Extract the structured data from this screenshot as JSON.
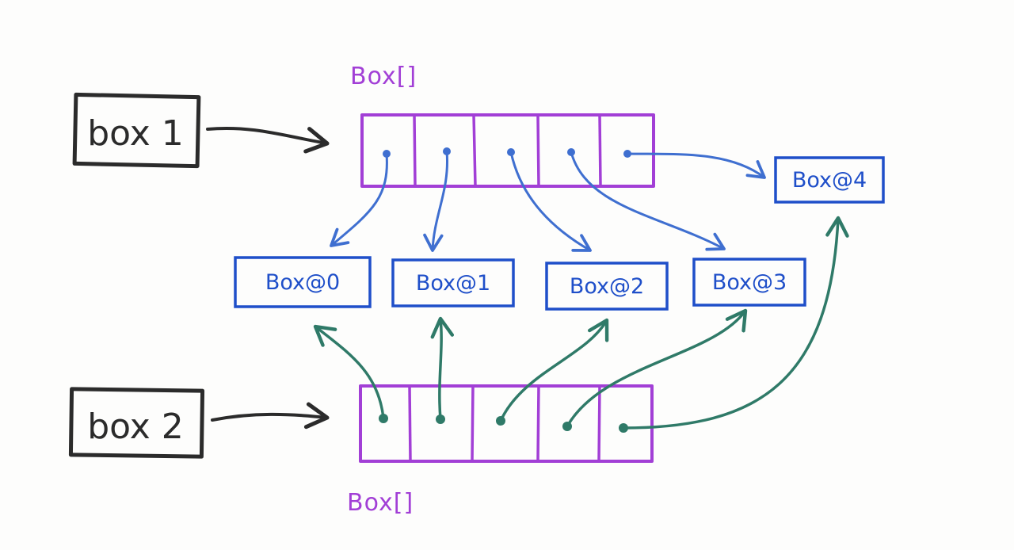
{
  "colors": {
    "variable": "#2b2b2b",
    "array": "#a23fd6",
    "object": "#1f4fc9",
    "box1_refs": "#3f6fd0",
    "box2_refs": "#2f7a68"
  },
  "variables": {
    "box1": {
      "label": "box 1"
    },
    "box2": {
      "label": "box 2"
    }
  },
  "arrays": {
    "top": {
      "type_label": "Box[]",
      "slots": 5
    },
    "bottom": {
      "type_label": "Box[]",
      "slots": 5
    }
  },
  "objects": [
    {
      "label": "Box@0"
    },
    {
      "label": "Box@1"
    },
    {
      "label": "Box@2"
    },
    {
      "label": "Box@3"
    },
    {
      "label": "Box@4"
    }
  ]
}
